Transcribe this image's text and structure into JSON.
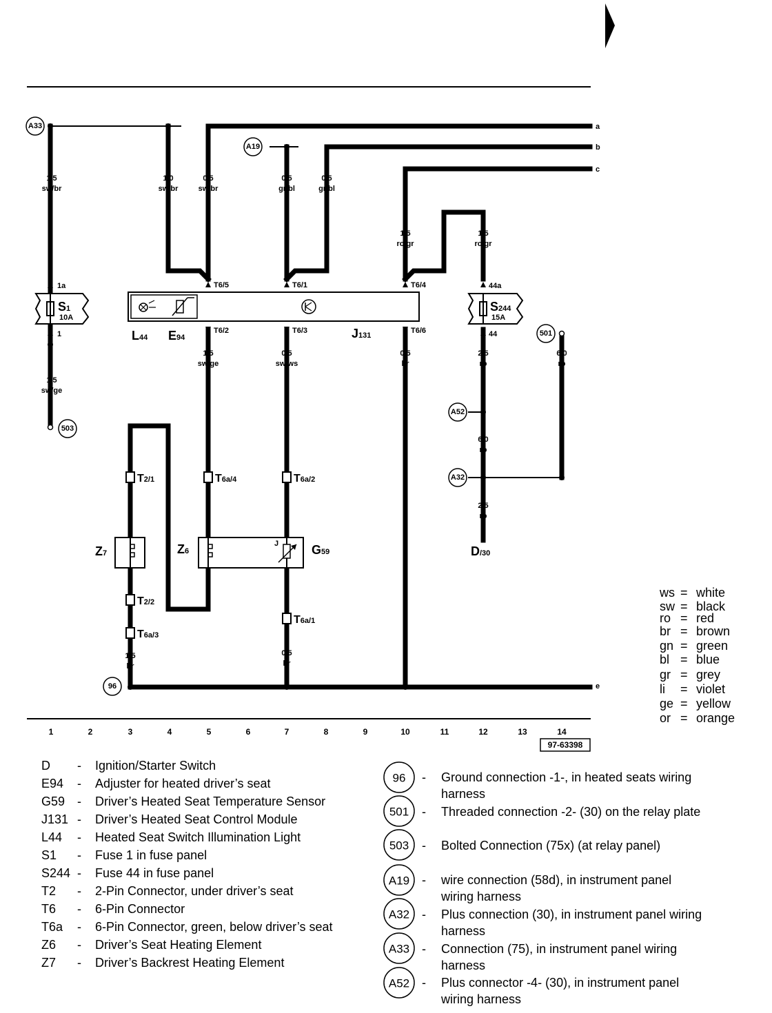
{
  "wire_ends": [
    {
      "id": "a",
      "label": "a"
    },
    {
      "id": "b",
      "label": "b"
    },
    {
      "id": "c",
      "label": "c"
    },
    {
      "id": "e",
      "label": "e"
    }
  ],
  "wire_labels": {
    "w1": {
      "gauge": "1,5",
      "color": "sw/br"
    },
    "w2": {
      "gauge": "1,0",
      "color": "sw/br"
    },
    "w3": {
      "gauge": "0,5",
      "color": "sw/br"
    },
    "w4": {
      "gauge": "0,5",
      "color": "gr/bl"
    },
    "w5": {
      "gauge": "0,5",
      "color": "gr/bl"
    },
    "w6": {
      "gauge": "1,5",
      "color": "ro/gr"
    },
    "w7": {
      "gauge": "1,5",
      "color": "ro/gr"
    },
    "w8": {
      "gauge": "1,5",
      "color": "sw/ge"
    },
    "w9": {
      "gauge": "1,5",
      "color": "sw/ge"
    },
    "w10": {
      "gauge": "0,5",
      "color": "sw/ws"
    },
    "w11": {
      "gauge": "0,5",
      "color": "br"
    },
    "w12": {
      "gauge": "2,5",
      "color": "ro"
    },
    "w13": {
      "gauge": "6,0",
      "color": "ro"
    },
    "w14": {
      "gauge": "6,0",
      "color": "ro"
    },
    "w15": {
      "gauge": "2,5",
      "color": "ro"
    },
    "w16": {
      "gauge": "1,5",
      "color": "br"
    },
    "w17": {
      "gauge": "0,5",
      "color": "br"
    }
  },
  "pins": {
    "s1_in": "1a",
    "s1_out": "1",
    "t6_5": "T6/5",
    "t6_1": "T6/1",
    "t6_4": "T6/4",
    "t6_2": "T6/2",
    "t6_3": "T6/3",
    "t6_6": "T6/6",
    "s244_in": "44a",
    "s244_out": "44"
  },
  "connectors": {
    "t2_1": {
      "main": "T",
      "sub": "2/1"
    },
    "t6a_4": {
      "main": "T",
      "sub": "6a/4"
    },
    "t6a_2": {
      "main": "T",
      "sub": "6a/2"
    },
    "t2_2": {
      "main": "T",
      "sub": "2/2"
    },
    "t6a_3": {
      "main": "T",
      "sub": "6a/3"
    },
    "t6a_1": {
      "main": "T",
      "sub": "6a/1"
    }
  },
  "components": {
    "s1": {
      "main": "S",
      "sub": "1",
      "rating": "10A"
    },
    "s244": {
      "main": "S",
      "sub": "244",
      "rating": "15A"
    },
    "l44": {
      "main": "L",
      "sub": "44"
    },
    "e94": {
      "main": "E",
      "sub": "94"
    },
    "j131": {
      "main": "J",
      "sub": "131"
    },
    "z7": {
      "main": "Z",
      "sub": "7"
    },
    "z6": {
      "main": "Z",
      "sub": "6"
    },
    "g59": {
      "main": "G",
      "sub": "59"
    },
    "d": {
      "main": "D",
      "sub": "/30"
    },
    "g59_j": "J"
  },
  "connection_points": {
    "a33": "A33",
    "a19": "A19",
    "a52": "A52",
    "a32": "A32",
    "c501": "501",
    "c503": "503",
    "c96": "96"
  },
  "grid_numbers": [
    "1",
    "2",
    "3",
    "4",
    "5",
    "6",
    "7",
    "8",
    "9",
    "10",
    "11",
    "12",
    "13",
    "14"
  ],
  "doc_number": "97-63398",
  "color_legend": [
    {
      "code": "ws",
      "name": "white"
    },
    {
      "code": "sw",
      "name": "black"
    },
    {
      "code": "ro",
      "name": "red"
    },
    {
      "code": "br",
      "name": "brown"
    },
    {
      "code": "gn",
      "name": "green"
    },
    {
      "code": "bl",
      "name": "blue"
    },
    {
      "code": "gr",
      "name": "grey"
    },
    {
      "code": "li",
      "name": "violet"
    },
    {
      "code": "ge",
      "name": "yellow"
    },
    {
      "code": "or",
      "name": "orange"
    }
  ],
  "component_legend": [
    {
      "code": "D",
      "desc": "Ignition/Starter Switch"
    },
    {
      "code": "E94",
      "desc": "Adjuster for heated driver’s seat"
    },
    {
      "code": "G59",
      "desc": "Driver’s Heated Seat Temperature Sensor"
    },
    {
      "code": "J131",
      "desc": "Driver’s Heated Seat Control Module"
    },
    {
      "code": "L44",
      "desc": "Heated Seat Switch Illumination Light"
    },
    {
      "code": "S1",
      "desc": "Fuse 1 in fuse panel"
    },
    {
      "code": "S244",
      "desc": "Fuse 44 in fuse panel"
    },
    {
      "code": "T2",
      "desc": "2-Pin Connector, under driver’s seat"
    },
    {
      "code": "T6",
      "desc": "6-Pin Connector"
    },
    {
      "code": "T6a",
      "desc": "6-Pin Connector, green, below driver’s seat"
    },
    {
      "code": "Z6",
      "desc": "Driver’s Seat Heating Element"
    },
    {
      "code": "Z7",
      "desc": "Driver’s Backrest Heating Element"
    }
  ],
  "connection_legend": [
    {
      "code": "96",
      "line1": "Ground connection -1-, in heated seats wiring",
      "line2": "harness"
    },
    {
      "code": "501",
      "line1": "Threaded connection -2- (30) on the relay plate",
      "line2": ""
    },
    {
      "code": "503",
      "line1": "Bolted Connection (75x) (at relay panel)",
      "line2": ""
    },
    {
      "code": "A19",
      "line1": "wire connection (58d), in instrument panel",
      "line2": "wiring harness"
    },
    {
      "code": "A32",
      "line1": "Plus connection (30), in instrument panel wiring",
      "line2": "harness"
    },
    {
      "code": "A33",
      "line1": "Connection (75), in instrument panel wiring",
      "line2": "harness"
    },
    {
      "code": "A52",
      "line1": "Plus connector -4- (30), in instrument panel",
      "line2": "wiring harness"
    }
  ],
  "dash": "-"
}
